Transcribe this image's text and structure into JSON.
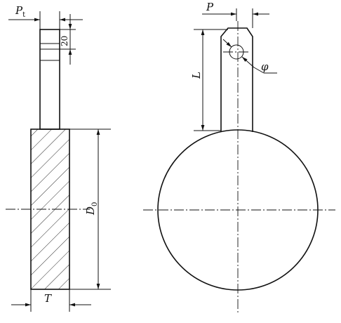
{
  "labels": {
    "pt_main": "P",
    "pt_sub": "t",
    "dim_20": "20",
    "p": "P",
    "phi": "φ",
    "l": "L",
    "d0_main": "D",
    "d0_sub": "0",
    "t": "T"
  }
}
